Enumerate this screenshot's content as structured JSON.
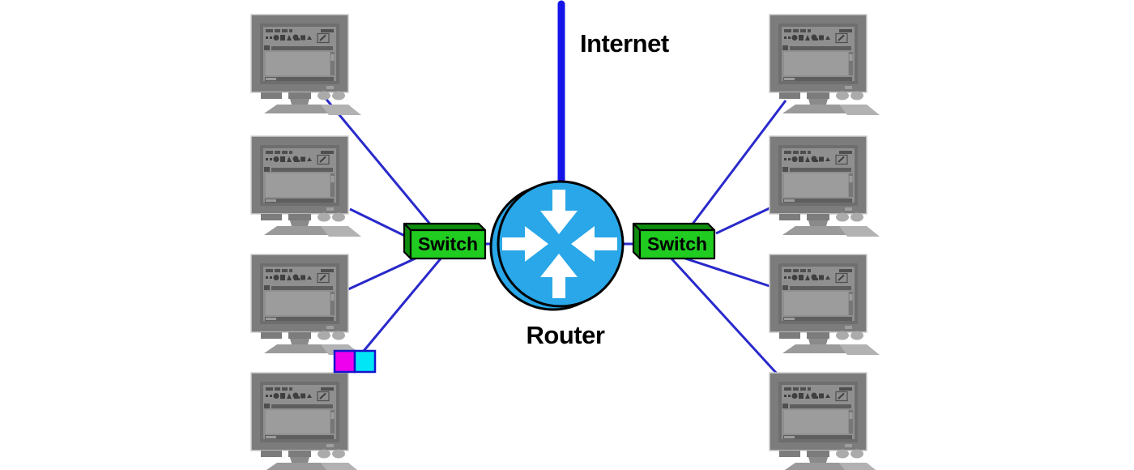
{
  "labels": {
    "internet": "Internet",
    "router": "Router",
    "switch_left": "Switch",
    "switch_right": "Switch"
  },
  "colors": {
    "link_blue": "#2929CC",
    "trunk_blue": "#1414E8",
    "switch_green": "#21CC21",
    "switch_green_dark": "#0E8E0E",
    "router_blue": "#29A7E8",
    "nic_magenta": "#EE00EE",
    "nic_cyan": "#00E6F6",
    "nic_border": "#1414CC"
  },
  "topology": {
    "left_computers": 4,
    "right_computers": 4,
    "switch_count": 2,
    "router_count": 1,
    "uplink": "Internet"
  }
}
